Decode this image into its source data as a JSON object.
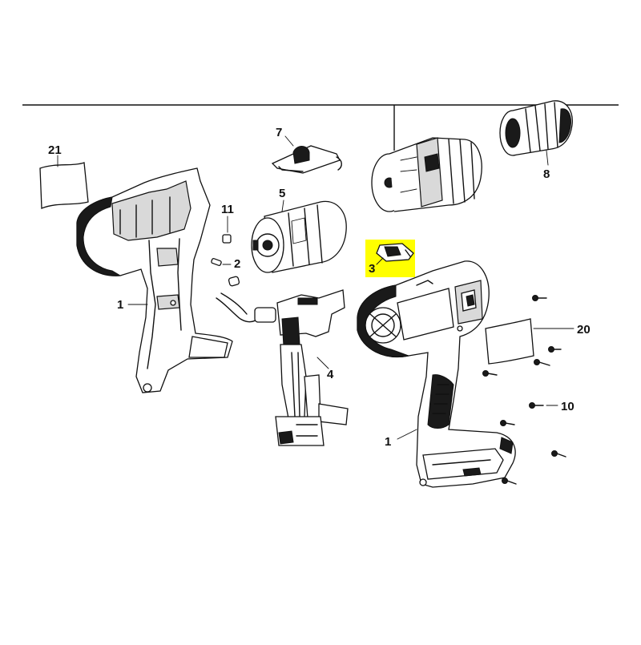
{
  "diagram": {
    "callouts": {
      "p1_left": "1",
      "p1_right": "1",
      "p2": "2",
      "p3": "3",
      "p4": "4",
      "p5": "5",
      "p7": "7",
      "p8": "8",
      "p10": "10",
      "p11": "11",
      "p20": "20",
      "p21": "21"
    },
    "highlight": {
      "part": "3",
      "color": "#ffff00"
    },
    "colors": {
      "line": "#111111",
      "label_sheet": "#ffffff"
    }
  }
}
